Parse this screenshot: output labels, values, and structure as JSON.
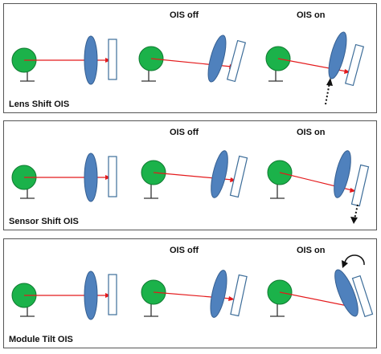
{
  "colors": {
    "tree": "#1bb24a",
    "tree_outline": "#0f7a30",
    "lens": "#4f81bd",
    "lens_outline": "#355f91",
    "sensor_outline": "#3d6d99",
    "ray": "#e41a1c",
    "frame": "#555555"
  },
  "icons": {
    "tree": "tree-icon",
    "lens": "lens-icon",
    "sensor": "sensor-icon",
    "motion_arrow_up": "dotted-arrow-up-icon",
    "motion_arrow_down": "dotted-arrow-down-icon",
    "rotation": "curved-rotate-arrow-icon"
  },
  "panels": [
    {
      "title": "Lens Shift OIS",
      "states": {
        "off": "OIS off",
        "on": "OIS on"
      }
    },
    {
      "title": "Sensor Shift OIS",
      "states": {
        "off": "OIS off",
        "on": "OIS on"
      }
    },
    {
      "title": "Module Tilt OIS",
      "states": {
        "off": "OIS off",
        "on": "OIS on"
      }
    }
  ]
}
